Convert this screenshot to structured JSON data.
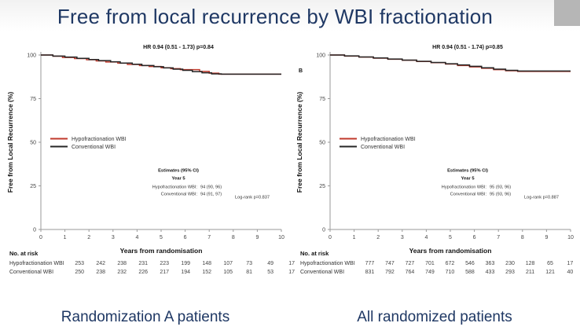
{
  "slide": {
    "title": "Free from local recurrence by WBI fractionation",
    "title_color": "#1f3864",
    "corner_box_color": "#b6b6b6"
  },
  "series_colors": {
    "hypofractionation": "#c0392b",
    "conventional": "#262626"
  },
  "captions": {
    "left": "Randomization A patients",
    "right": "All randomized patients"
  },
  "panels": [
    {
      "letter": "",
      "hr_text": "HR 0.94 (0.51 - 1.73) p=0.84",
      "legend": [
        {
          "label": "Hypofractionation WBI",
          "color": "#c0392b"
        },
        {
          "label": "Conventional WBI",
          "color": "#262626"
        }
      ],
      "estimates": {
        "heading": "Estimates (95% CI)",
        "subheading": "Year 5",
        "rows": [
          {
            "label": "Hypofractionation WBI:",
            "value": "94 (90, 96)"
          },
          {
            "label": "Conventional WBI:",
            "value": "94 (91, 97)"
          }
        ],
        "logrank": "Log-rank p=0.837"
      },
      "risk": {
        "title": "No. at risk",
        "rows": [
          {
            "label": "Hypofractionation WBI",
            "values": [
              253,
              242,
              238,
              231,
              223,
              199,
              148,
              107,
              73,
              49,
              17
            ]
          },
          {
            "label": "Conventional WBI",
            "values": [
              250,
              238,
              232,
              226,
              217,
              194,
              152,
              105,
              81,
              53,
              17
            ]
          }
        ]
      },
      "chart_data": {
        "type": "line",
        "title": "",
        "xlabel": "Years from randomisation",
        "ylabel": "Free from Local Recurrence (%)",
        "xlim": [
          0,
          10
        ],
        "ylim": [
          0,
          100
        ],
        "xticks": [
          0,
          1,
          2,
          3,
          4,
          5,
          6,
          7,
          8,
          9,
          10
        ],
        "yticks": [
          0,
          25,
          50,
          75,
          100
        ],
        "grid": false,
        "legend_position": "center-left",
        "series": [
          {
            "name": "Hypofractionation WBI",
            "color": "#c0392b",
            "x": [
              0,
              0.5,
              0.9,
              1.4,
              1.9,
              2.3,
              2.7,
              3.2,
              3.6,
              4.1,
              4.5,
              5.0,
              5.4,
              5.8,
              6.2,
              6.6,
              7.0,
              7.4,
              10
            ],
            "y": [
              100,
              99.3,
              98.6,
              98.0,
              97.3,
              96.6,
              96.0,
              95.3,
              94.6,
              94.0,
              93.4,
              92.7,
              92.2,
              91.6,
              91.6,
              90.6,
              89.6,
              89.0,
              89.0
            ]
          },
          {
            "name": "Conventional WBI",
            "color": "#262626",
            "x": [
              0,
              0.5,
              1.0,
              1.5,
              2.0,
              2.4,
              2.9,
              3.3,
              3.8,
              4.2,
              4.7,
              5.1,
              5.5,
              5.9,
              6.3,
              6.7,
              7.1,
              7.5,
              10
            ],
            "y": [
              100,
              99.4,
              98.8,
              98.1,
              97.4,
              96.8,
              96.1,
              95.4,
              94.7,
              94.0,
              93.3,
              92.6,
              91.9,
              91.2,
              90.5,
              89.8,
              89.2,
              89.0,
              89.0
            ]
          }
        ]
      }
    },
    {
      "letter": "B",
      "hr_text": "HR 0.94 (0.51 - 1.74) p=0.85",
      "legend": [
        {
          "label": "Hypofractionation WBI",
          "color": "#c0392b"
        },
        {
          "label": "Conventional WBI",
          "color": "#262626"
        }
      ],
      "estimates": {
        "heading": "Estimates (95% CI)",
        "subheading": "Year 5",
        "rows": [
          {
            "label": "Hypofractionation WBI:",
            "value": "95 (93, 96)"
          },
          {
            "label": "Conventional WBI:",
            "value": "95 (93, 96)"
          }
        ],
        "logrank": "Log-rank p=0.887"
      },
      "risk": {
        "title": "No. at risk",
        "rows": [
          {
            "label": "Hypofractionation WBI",
            "values": [
              777,
              747,
              727,
              701,
              672,
              546,
              363,
              230,
              128,
              65,
              17
            ]
          },
          {
            "label": "Conventional WBI",
            "values": [
              831,
              792,
              764,
              749,
              710,
              588,
              433,
              293,
              211,
              121,
              40
            ]
          }
        ]
      },
      "chart_data": {
        "type": "line",
        "title": "",
        "xlabel": "Years from randomisation",
        "ylabel": "Free from Local Recurrence (%)",
        "xlim": [
          0,
          10
        ],
        "ylim": [
          0,
          100
        ],
        "xticks": [
          0,
          1,
          2,
          3,
          4,
          5,
          6,
          7,
          8,
          9,
          10
        ],
        "yticks": [
          0,
          25,
          50,
          75,
          100
        ],
        "grid": false,
        "legend_position": "center-left",
        "series": [
          {
            "name": "Hypofractionation WBI",
            "color": "#c0392b",
            "x": [
              0,
              0.6,
              1.2,
              1.8,
              2.4,
              3.0,
              3.6,
              4.2,
              4.8,
              5.3,
              5.8,
              6.3,
              6.8,
              7.3,
              7.8,
              10
            ],
            "y": [
              100,
              99.4,
              98.8,
              98.2,
              97.6,
              97.0,
              96.3,
              95.6,
              94.8,
              94.0,
              93.2,
              92.4,
              91.6,
              91.0,
              90.6,
              90.6
            ]
          },
          {
            "name": "Conventional WBI",
            "color": "#262626",
            "x": [
              0,
              0.6,
              1.2,
              1.8,
              2.4,
              3.0,
              3.6,
              4.2,
              4.8,
              5.3,
              5.8,
              6.3,
              6.8,
              7.3,
              7.8,
              10
            ],
            "y": [
              100,
              99.5,
              98.9,
              98.3,
              97.7,
              97.1,
              96.4,
              95.7,
              95.0,
              94.3,
              93.5,
              92.7,
              91.9,
              91.2,
              90.8,
              90.8
            ]
          }
        ]
      }
    }
  ]
}
